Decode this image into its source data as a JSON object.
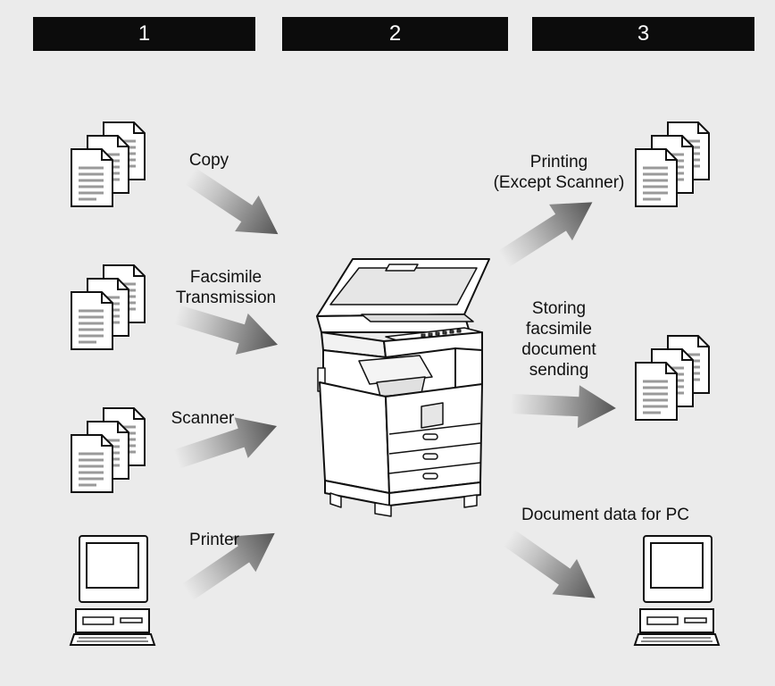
{
  "headers": [
    "1",
    "2",
    "3"
  ],
  "inputs": {
    "copy": "Copy",
    "fax_line1": "Facsimile",
    "fax_line2": "Transmission",
    "scanner": "Scanner",
    "printer": "Printer"
  },
  "outputs": {
    "printing_line1": "Printing",
    "printing_line2": "(Except Scanner)",
    "storing_line1": "Storing",
    "storing_line2": "facsimile",
    "storing_line3": "document",
    "storing_line4": "sending",
    "document_data": "Document data for PC"
  },
  "colors": {
    "background": "#ebebeb",
    "header": "#0c0c0c",
    "arrow_dark": "#555555"
  }
}
